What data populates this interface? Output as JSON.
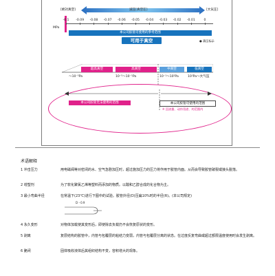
{
  "chart": {
    "absolute_vacuum": "[絶対真空]",
    "atmosphere": "[大気圧]",
    "pressure_direction": "減圧[真空圧]",
    "unit": "MPa",
    "ticks": [
      "-0.1",
      "-0.09",
      "-0.08",
      "-0.07",
      "-0.06",
      "-0.05",
      "-0.04",
      "-0.03",
      "-0.02",
      "-0.01",
      "0"
    ],
    "range_bar": "本公司胶管可使用的参考范围",
    "usable": "可用于真空",
    "note": "● 表压标示",
    "levels": [
      {
        "name": "超高真空",
        "range": "～10⁻⁵Pa",
        "color": "#e0218a"
      },
      {
        "name": "高真空",
        "range": "10⁻⁵～10⁻¹Pa",
        "color": "#e0218a"
      },
      {
        "name": "中真空",
        "range": "10⁻¹～10²Pa",
        "color": "#1773bd"
      },
      {
        "name": "低真空",
        "range": "10²Pa～大气压",
        "color": "#1773bd"
      }
    ],
    "cannot_use": "本公司胶管无法使用的范围",
    "can_use": "本公司胶管可使用的范围",
    "can_use_note": "※ 回流量、动作用途、的范围内"
  },
  "glossary": {
    "title": "术语解释",
    "items": [
      {
        "term": "1 冲击压力",
        "def": "用电磁阀等对密闭的水、空气急剧加压时，超过施加压力的压力将作用于胶管内面。从而会导致胶管破裂或接头脱落。"
      },
      {
        "term": "2 增塑剂",
        "def": "为了软化聚氯乙烯等塑料而添加的物质。以酸和乙醇合成的化合物为主。"
      },
      {
        "term": "3 最小弯曲半径",
        "def": "在常温下(23℃)进行下图中的试验。胶管外径(D)压扁10%时的半径(R)。(本公司规定)"
      },
      {
        "term": "4 永久变形",
        "def": "对物体加载使其变形后，即使除去负载仍不会恢复原状的变形。"
      },
      {
        "term": "5 剥离",
        "def": "复层结构的胶管中，内管与包覆层的粘结力变弱，内管与包覆层分离的状态。在过度反复弯曲或超过额限温度使用时会发生剥离。"
      },
      {
        "term": "6 脆闭",
        "def": "固体吸收液体后其组织结构不变，容积增大的现象。"
      }
    ],
    "figure_label": "D・0.9"
  }
}
